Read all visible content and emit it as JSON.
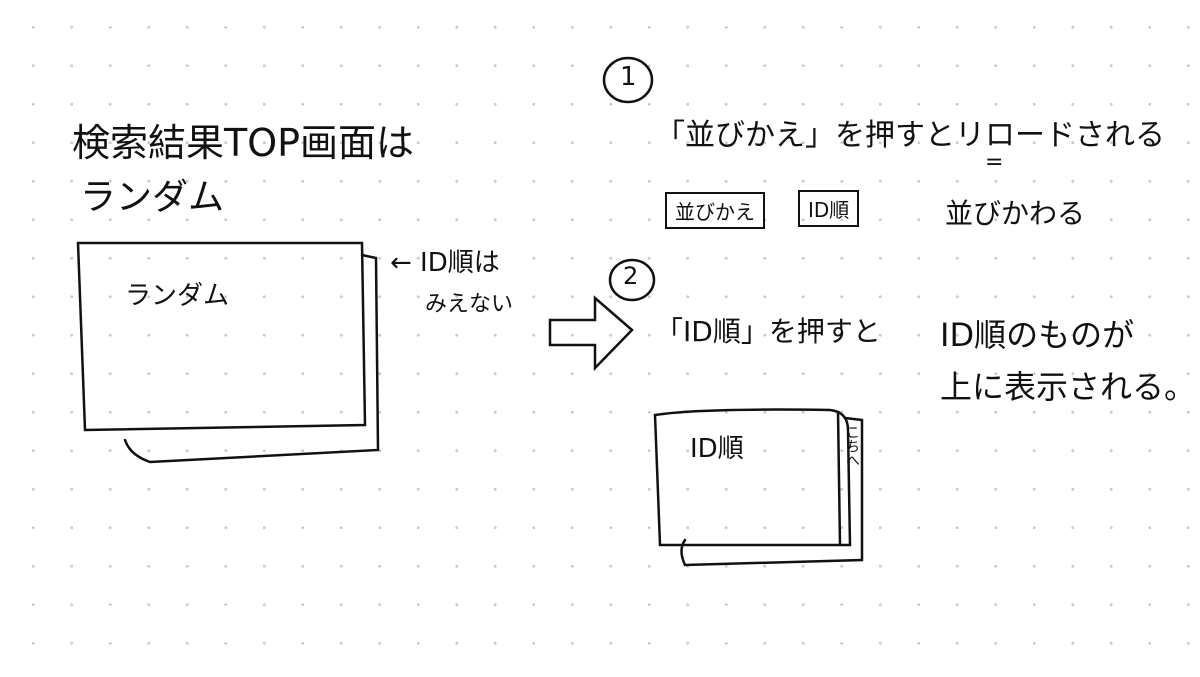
{
  "left": {
    "heading_line1": "検索結果TOP画面は",
    "heading_line2": "ランダム",
    "card_label": "ランダム",
    "arrow_note_line1": "← ID順は",
    "arrow_note_line2": "みえない"
  },
  "step1": {
    "number": "1",
    "text": "「並びかえ」を押すとリロードされる",
    "equals": "=",
    "result": "並びかわる",
    "buttons": [
      "並びかえ",
      "ID順"
    ]
  },
  "step2": {
    "number": "2",
    "text": "「ID順」を押すと",
    "result_line1": "ID順のものが",
    "result_line2": "上に表示される。",
    "card_label": "ID順",
    "side_tab": "こちへ"
  }
}
